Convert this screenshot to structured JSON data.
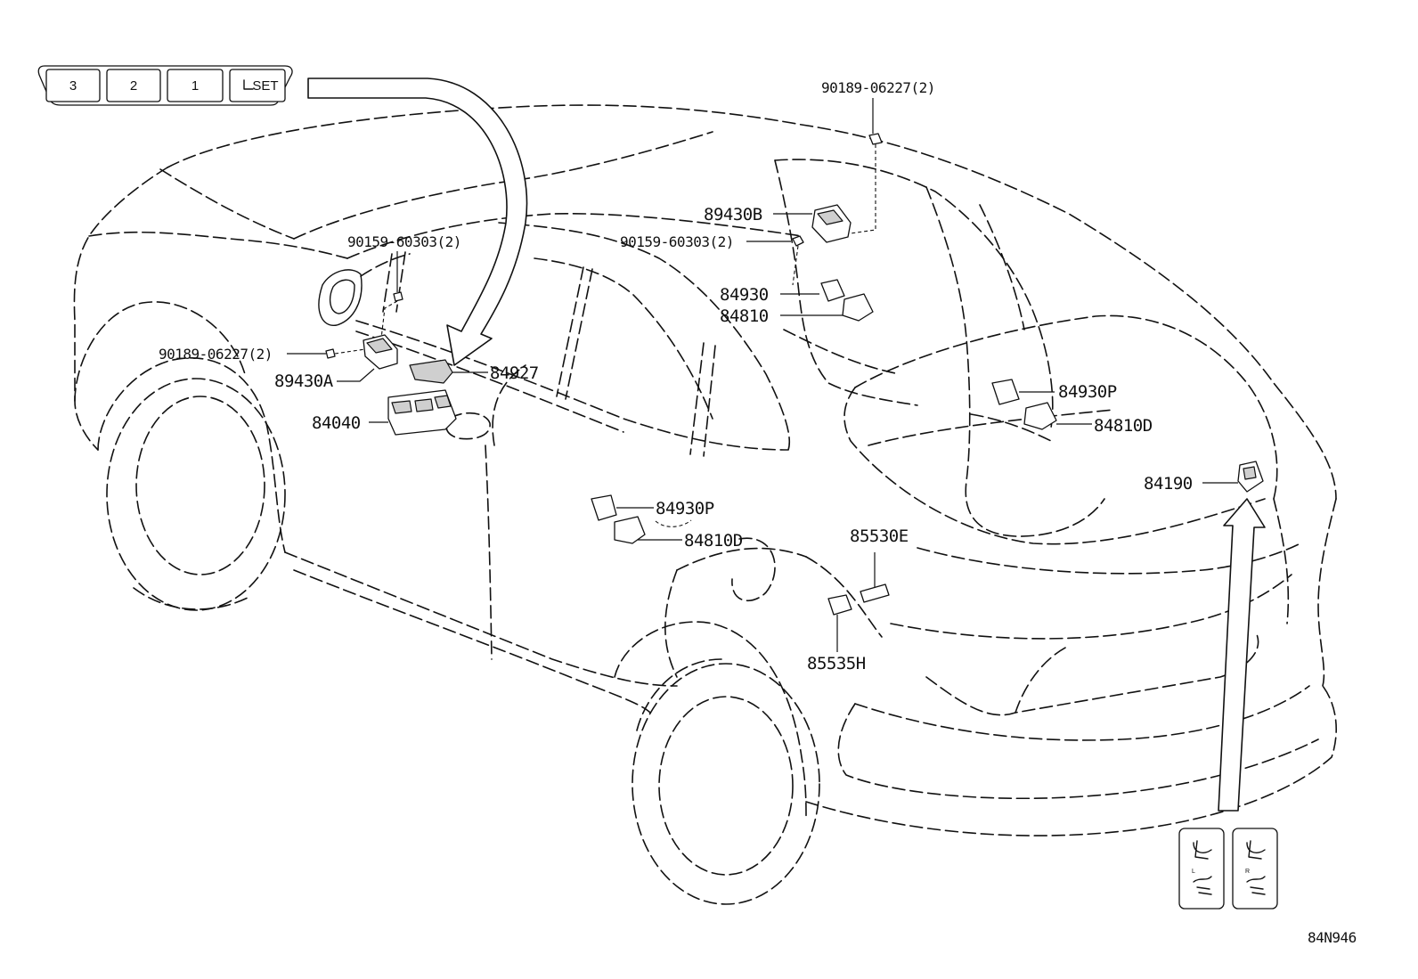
{
  "diagram_id": "84N946",
  "memory_keys": [
    "3",
    "2",
    "1",
    "SET"
  ],
  "seat_switch_side_labels": [
    "L",
    "R"
  ],
  "labels": {
    "bolt_top_right": "90189-06227(2)",
    "part_89430B": "89430B",
    "screw_center": "90159-60303(2)",
    "screw_left": "90159-60303(2)",
    "part_84930": "84930",
    "part_84810": "84810",
    "bolt_left": "90189-06227(2)",
    "part_89430A": "89430A",
    "part_84927": "84927",
    "part_84040": "84040",
    "part_84930P_rear": "84930P",
    "part_84810D_rear": "84810D",
    "part_84190": "84190",
    "part_84930P_side": "84930P",
    "part_84810D_side": "84810D",
    "part_85530E": "85530E",
    "part_85535H": "85535H"
  }
}
